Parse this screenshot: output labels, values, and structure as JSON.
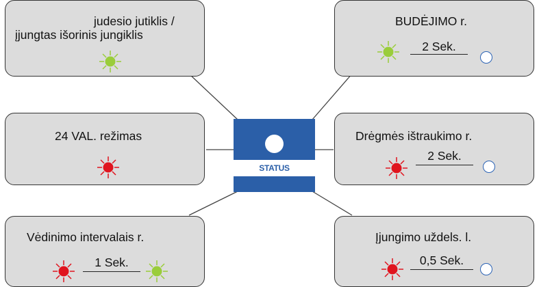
{
  "colors": {
    "led_green": "#9acd3a",
    "led_red": "#e0141e",
    "panel_blue": "#2b5fa8",
    "ring_blue": "#2b63b5"
  },
  "status_panel": {
    "label": "STATUS"
  },
  "modes": {
    "motion": {
      "line1": "judesio jutiklis /",
      "line2": "įjungtas išorinis jungiklis",
      "led": "green-led-icon"
    },
    "standby": {
      "label": "BUDĖJIMO r.",
      "duration": "2 Sek."
    },
    "always_on": {
      "label": "24 VAL. režimas",
      "led": "red-led-icon"
    },
    "humidity": {
      "label": "Drėgmės ištraukimo r.",
      "duration": "2 Sek."
    },
    "interval": {
      "label": "Vėdinimo intervalais r.",
      "duration": "1 Sek."
    },
    "delay": {
      "label": "Įjungimo uždels. l.",
      "duration": "0,5 Sek."
    }
  }
}
